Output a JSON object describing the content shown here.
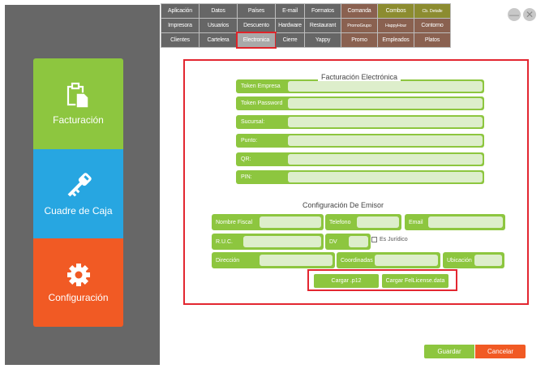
{
  "sidebar": {
    "items": [
      {
        "label": "Facturación",
        "icon": "clipboard-icon",
        "color": "#8dc63f"
      },
      {
        "label": "Cuadre de Caja",
        "icon": "key-icon",
        "color": "#27a6e1"
      },
      {
        "label": "Configuración",
        "icon": "gear-icon",
        "color": "#f15a24"
      }
    ]
  },
  "tabs": {
    "rows": [
      [
        "Aplicación",
        "Datos",
        "Países",
        "E-mail",
        "Formatos",
        "Comanda",
        "Combos",
        "Cb. Detalle"
      ],
      [
        "Impresora",
        "Usuarios",
        "Descuento",
        "Hardware",
        "Restaurant",
        "PromoGrupo",
        "HappyHour",
        "Contorno"
      ],
      [
        "Clientes",
        "Cartelera",
        "Electronica",
        "Cierre",
        "Yappy",
        "Promo",
        "Empleados",
        "Platos"
      ]
    ],
    "selected": "Electronica"
  },
  "window": {
    "minimize": "—",
    "close": "✕"
  },
  "facturacion_electronica": {
    "title": "Facturación Electrónica",
    "fields": [
      {
        "label": "Token Empresa",
        "value": ""
      },
      {
        "label": "Token Password",
        "value": ""
      },
      {
        "label": "Sucursal:",
        "value": ""
      },
      {
        "label": "Punto:",
        "value": ""
      },
      {
        "label": "QR:",
        "value": ""
      },
      {
        "label": "PIN:",
        "value": ""
      }
    ]
  },
  "emisor": {
    "title": "Configuración De Emisor",
    "nombre_fiscal": {
      "label": "Nombre Fiscal",
      "value": ""
    },
    "telefono": {
      "label": "Telefono",
      "value": ""
    },
    "email": {
      "label": "Email",
      "value": ""
    },
    "ruc": {
      "label": "R.U.C.",
      "value": ""
    },
    "dv": {
      "label": "DV",
      "value": ""
    },
    "es_juridico": {
      "label": "Es Jurídico",
      "checked": false
    },
    "direccion": {
      "label": "Dirección",
      "value": ""
    },
    "coordinadas": {
      "label": "Coordinadas",
      "value": ""
    },
    "ubicacion": {
      "label": "Ubicación",
      "value": ""
    }
  },
  "actions": {
    "cargar_p12": "Cargar .p12",
    "cargar_license": "Cargar FelLicense.data",
    "guardar": "Guardar",
    "cancelar": "Cancelar"
  }
}
